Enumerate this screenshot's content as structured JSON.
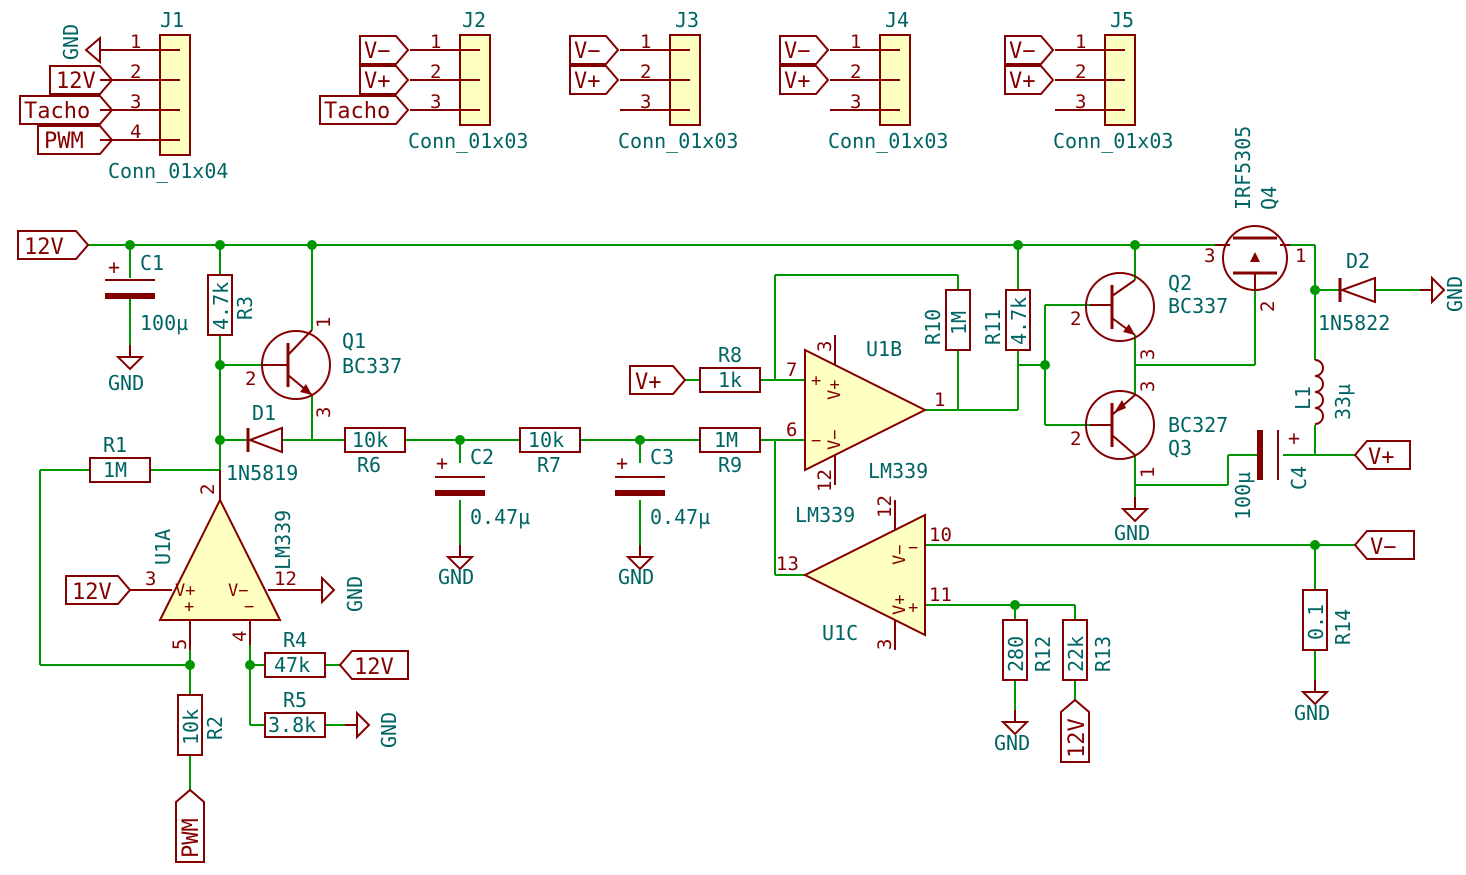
{
  "connectors": {
    "j1": {
      "ref": "J1",
      "value": "Conn_01x04",
      "pins": [
        "1",
        "2",
        "3",
        "4"
      ],
      "nets": [
        "GND",
        "12V",
        "Tacho",
        "PWM"
      ]
    },
    "j2": {
      "ref": "J2",
      "value": "Conn_01x03",
      "pins": [
        "1",
        "2",
        "3"
      ],
      "nets": [
        "V−",
        "V+",
        "Tacho"
      ]
    },
    "j3": {
      "ref": "J3",
      "value": "Conn_01x03",
      "pins": [
        "1",
        "2",
        "3"
      ],
      "nets": [
        "V−",
        "V+"
      ]
    },
    "j4": {
      "ref": "J4",
      "value": "Conn_01x03",
      "pins": [
        "1",
        "2",
        "3"
      ],
      "nets": [
        "V−",
        "V+"
      ]
    },
    "j5": {
      "ref": "J5",
      "value": "Conn_01x03",
      "pins": [
        "1",
        "2",
        "3"
      ],
      "nets": [
        "V−",
        "V+"
      ]
    }
  },
  "components": {
    "c1": {
      "ref": "C1",
      "value": "100µ"
    },
    "c2": {
      "ref": "C2",
      "value": "0.47µ"
    },
    "c3": {
      "ref": "C3",
      "value": "0.47µ"
    },
    "c4": {
      "ref": "C4",
      "value": "100µ"
    },
    "r1": {
      "ref": "R1",
      "value": "1M"
    },
    "r2": {
      "ref": "R2",
      "value": "10k"
    },
    "r3": {
      "ref": "R3",
      "value": "4.7k"
    },
    "r4": {
      "ref": "R4",
      "value": "47k"
    },
    "r5": {
      "ref": "R5",
      "value": "3.8k"
    },
    "r6": {
      "ref": "R6",
      "value": "10k"
    },
    "r7": {
      "ref": "R7",
      "value": "10k"
    },
    "r8": {
      "ref": "R8",
      "value": "1k"
    },
    "r9": {
      "ref": "R9",
      "value": "1M"
    },
    "r10": {
      "ref": "R10",
      "value": "1M"
    },
    "r11": {
      "ref": "R11",
      "value": "4.7k"
    },
    "r12": {
      "ref": "R12",
      "value": "280"
    },
    "r13": {
      "ref": "R13",
      "value": "22k"
    },
    "r14": {
      "ref": "R14",
      "value": "0.1"
    },
    "d1": {
      "ref": "D1",
      "value": "1N5819"
    },
    "d2": {
      "ref": "D2",
      "value": "1N5822"
    },
    "l1": {
      "ref": "L1",
      "value": "33µ"
    },
    "q1": {
      "ref": "Q1",
      "value": "BC337"
    },
    "q2": {
      "ref": "Q2",
      "value": "BC337"
    },
    "q3": {
      "ref": "Q3",
      "value": "BC327"
    },
    "q4": {
      "ref": "Q4",
      "value": "IRF5305"
    },
    "u1a": {
      "ref": "U1A",
      "value": "LM339"
    },
    "u1b": {
      "ref": "U1B",
      "value": "LM339"
    },
    "u1c": {
      "ref": "U1C",
      "value": "LM339"
    }
  },
  "nets": {
    "gnd": "GND",
    "v12": "12V",
    "vplus": "V+",
    "vminus": "V−",
    "pwm": "PWM",
    "tacho": "Tacho"
  },
  "opamp_pins": {
    "vplus": "V+",
    "vminus": "V−",
    "plus": "+",
    "minus": "−"
  },
  "pin_numbers": {
    "one": "1",
    "two": "2",
    "three": "3",
    "four": "4",
    "five": "5",
    "six": "6",
    "seven": "7",
    "ten": "10",
    "eleven": "11",
    "twelve": "12",
    "thirteen": "13"
  },
  "colors": {
    "wire": "#009600",
    "symbol": "#840000",
    "symbol_fill": "#ffffc2",
    "text": "#006464",
    "background": "#ffffff"
  }
}
